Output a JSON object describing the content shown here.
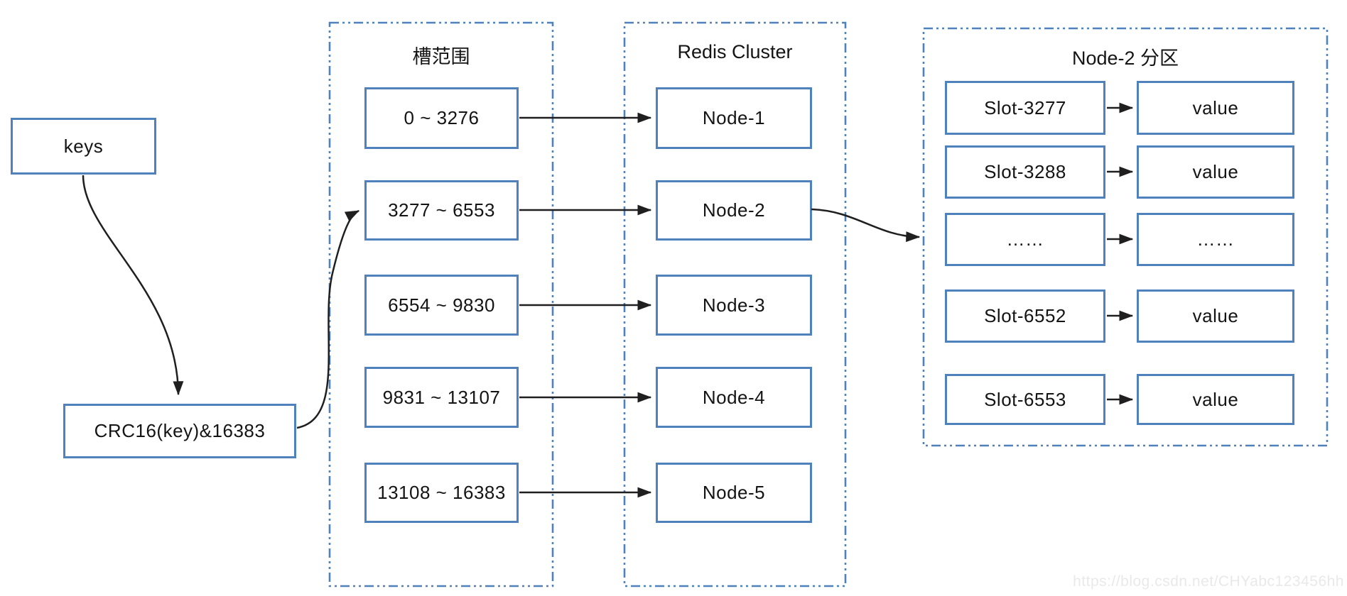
{
  "diagram": {
    "keys_label": "keys",
    "hash_label": "CRC16(key)&16383",
    "slot_container": {
      "title": "槽范围",
      "ranges": [
        "0 ~ 3276",
        "3277 ~ 6553",
        "6554 ~ 9830",
        "9831 ~ 13107",
        "13108 ~ 16383"
      ]
    },
    "cluster_container": {
      "title": "Redis Cluster",
      "nodes": [
        "Node-1",
        "Node-2",
        "Node-3",
        "Node-4",
        "Node-5"
      ]
    },
    "partition_container": {
      "title": "Node-2 分区",
      "rows": [
        {
          "slot": "Slot-3277",
          "value": "value"
        },
        {
          "slot": "Slot-3288",
          "value": "value"
        },
        {
          "slot": "……",
          "value": "……"
        },
        {
          "slot": "Slot-6552",
          "value": "value"
        },
        {
          "slot": "Slot-6553",
          "value": "value"
        }
      ]
    },
    "watermark": "https://blog.csdn.net/CHYabc123456hh",
    "colors": {
      "box_border": "#4f81bd",
      "container_border": "#4f81bd",
      "arrow": "#1f1f1f",
      "text": "#141414",
      "watermark": "#e9e9e9"
    }
  }
}
